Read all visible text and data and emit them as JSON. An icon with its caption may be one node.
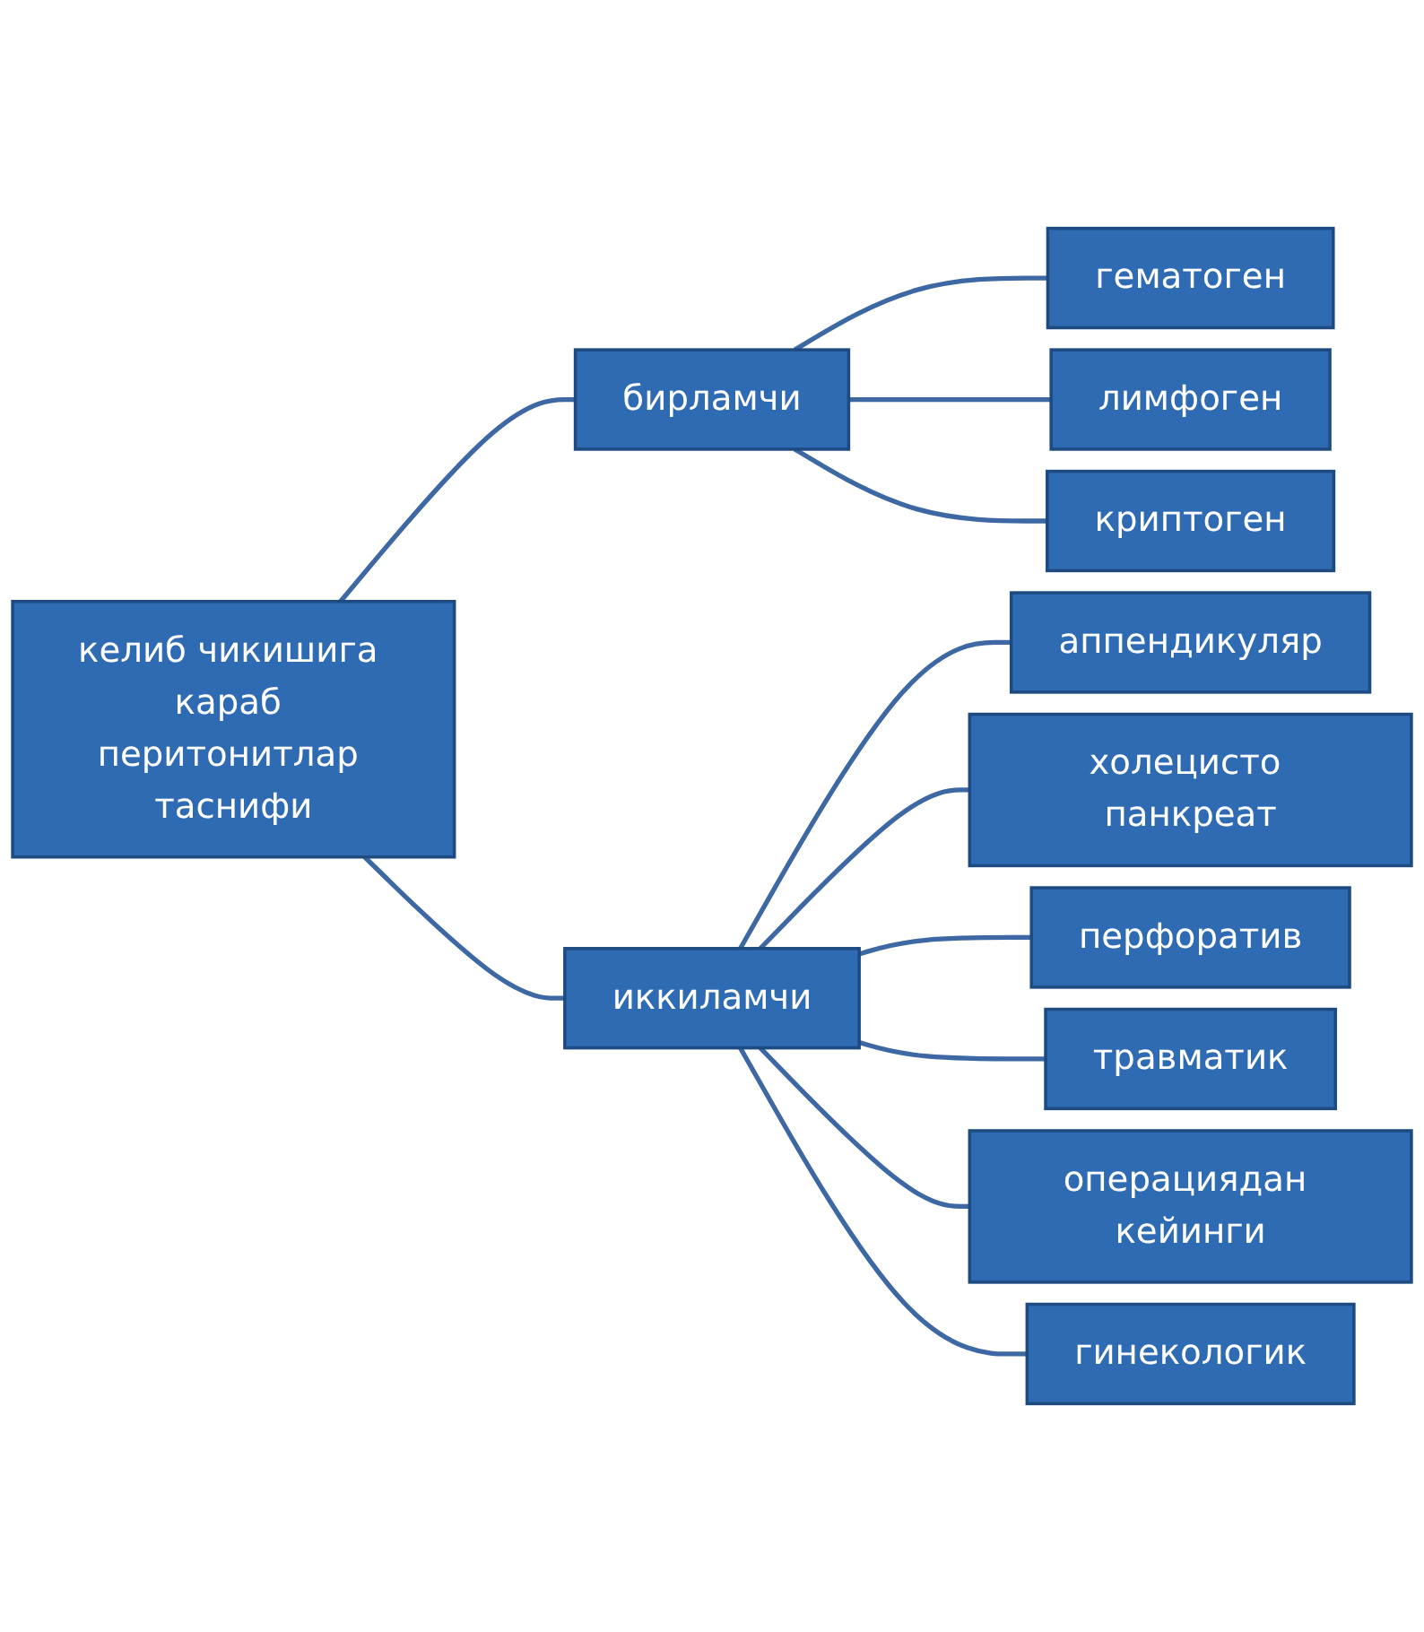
{
  "diagram": {
    "nodes": [
      {
        "text": [
          "келиб чикишига караб перитонитлар таснифи"
        ]
      },
      {
        "text": [
          "бирламчи"
        ]
      },
      {
        "text": [
          "гематоген"
        ]
      },
      {
        "text": [
          "лимфоген"
        ]
      },
      {
        "text": [
          "криптоген"
        ]
      },
      {
        "text": [
          "иккиламчи"
        ]
      },
      {
        "text": [
          "аппендикуляр"
        ]
      },
      {
        "text": [
          "холецисто панкреат"
        ]
      },
      {
        "text": [
          "перфоратив"
        ]
      },
      {
        "text": [
          "травматик"
        ]
      },
      {
        "text": [
          "операциядан кейинги"
        ]
      },
      {
        "text": [
          "гинекологик"
        ]
      }
    ],
    "edges": [
      {
        "from": 0,
        "to": 1,
        "arrow": "none"
      },
      {
        "from": 0,
        "to": 5,
        "arrow": "none"
      },
      {
        "from": 1,
        "to": 2,
        "arrow": "none"
      },
      {
        "from": 1,
        "to": 3,
        "arrow": "none"
      },
      {
        "from": 1,
        "to": 4,
        "arrow": "none"
      },
      {
        "from": 5,
        "to": 6,
        "arrow": "none"
      },
      {
        "from": 5,
        "to": 7,
        "arrow": "none"
      },
      {
        "from": 5,
        "to": 8,
        "arrow": "none"
      },
      {
        "from": 5,
        "to": 9,
        "arrow": "none"
      },
      {
        "from": 5,
        "to": 10,
        "arrow": "none"
      },
      {
        "from": 5,
        "to": 11,
        "arrow": "none"
      }
    ]
  }
}
